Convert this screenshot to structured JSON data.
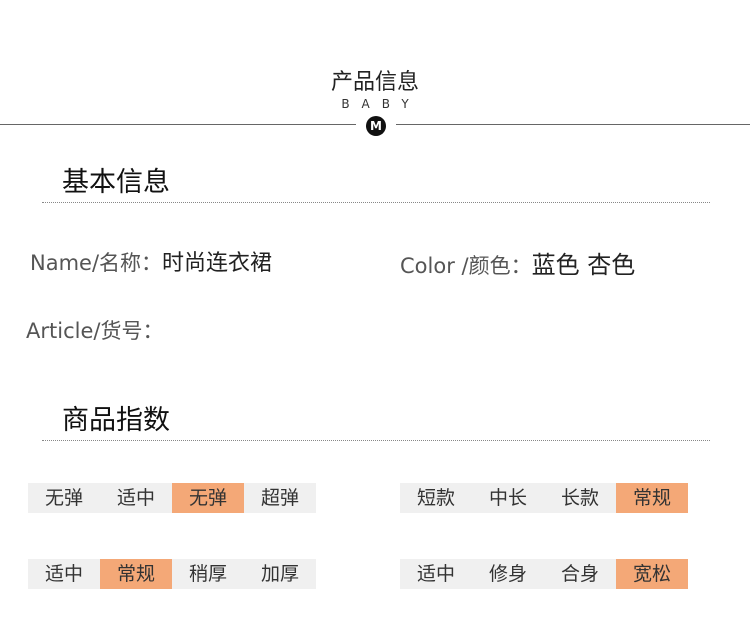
{
  "header": {
    "title": "产品信息",
    "subtitle": "BABY",
    "badge": "M"
  },
  "basic": {
    "title": "基本信息",
    "name_label": "Name/名称：",
    "name_value": "时尚连衣裙",
    "color_label": "Color /颜色：",
    "color_value": "蓝色 杏色",
    "article_label": "Article/货号："
  },
  "index": {
    "title": "商品指数",
    "elasticity": {
      "options": [
        "无弹",
        "适中",
        "无弹",
        "超弹"
      ],
      "selected_index": 2
    },
    "length": {
      "options": [
        "短款",
        "中长",
        "长款",
        "常规"
      ],
      "selected_index": 3
    },
    "thickness": {
      "options": [
        "适中",
        "常规",
        "稍厚",
        "加厚"
      ],
      "selected_index": 1
    },
    "fit": {
      "options": [
        "适中",
        "修身",
        "合身",
        "宽松"
      ],
      "selected_index": 3
    }
  },
  "colors": {
    "highlight": "#f4a877",
    "bar_bg": "#f0f0f0"
  }
}
